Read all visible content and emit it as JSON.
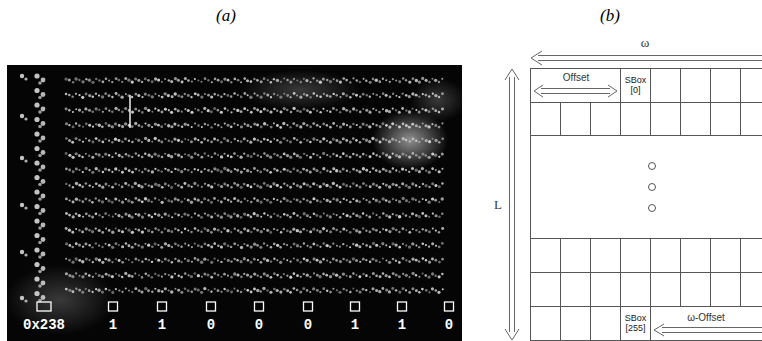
{
  "diagram": {
    "nodes": [
      {
        "text": [
          "SBox [0]"
        ]
      },
      {
        "text": [
          "SBox [255]"
        ]
      }
    ],
    "labels": [
      "(a)",
      "(b)",
      "0x238",
      "1",
      "1",
      "0",
      "0",
      "0",
      "1",
      "1",
      "0",
      "ω",
      "L",
      "Offset",
      "ω-Offset"
    ]
  }
}
